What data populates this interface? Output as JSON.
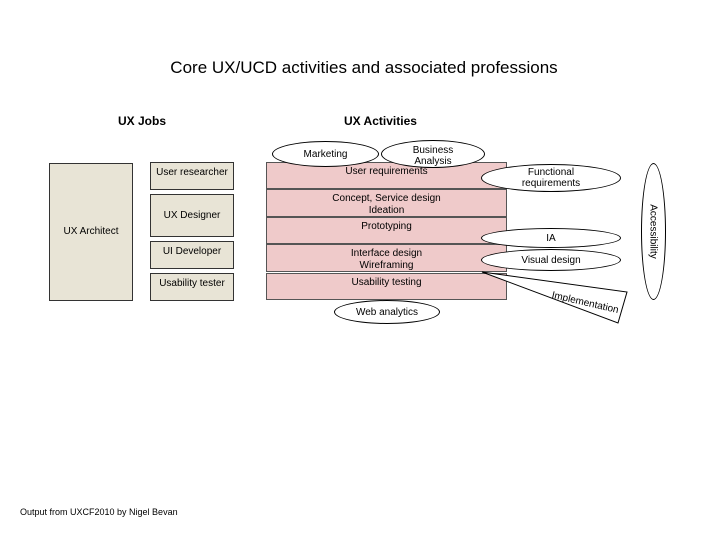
{
  "title": "Core UX/UCD activities and associated professions",
  "headings": {
    "jobs": "UX Jobs",
    "activities": "UX Activities"
  },
  "jobs": {
    "architect": "UX Architect",
    "roles": [
      "User researcher",
      "UX Designer",
      "UI Developer",
      "Usability tester"
    ]
  },
  "activities": [
    "User requirements",
    "Concept, Service design\nIdeation",
    "Prototyping",
    "Interface design\nWireframing",
    "Usability testing"
  ],
  "ellipses": {
    "marketing": "Marketing",
    "business_analysis": "Business\nAnalysis",
    "functional_requirements": "Functional\nrequirements",
    "ia": "IA",
    "visual_design": "Visual design",
    "implementation": "Implementation",
    "web_analytics": "Web analytics",
    "accessibility": "Accessibility"
  },
  "footer": "Output from UXCF2010 by Nigel Bevan",
  "colors": {
    "job_fill": "#e8e4d6",
    "activity_fill": "#efcaca"
  }
}
